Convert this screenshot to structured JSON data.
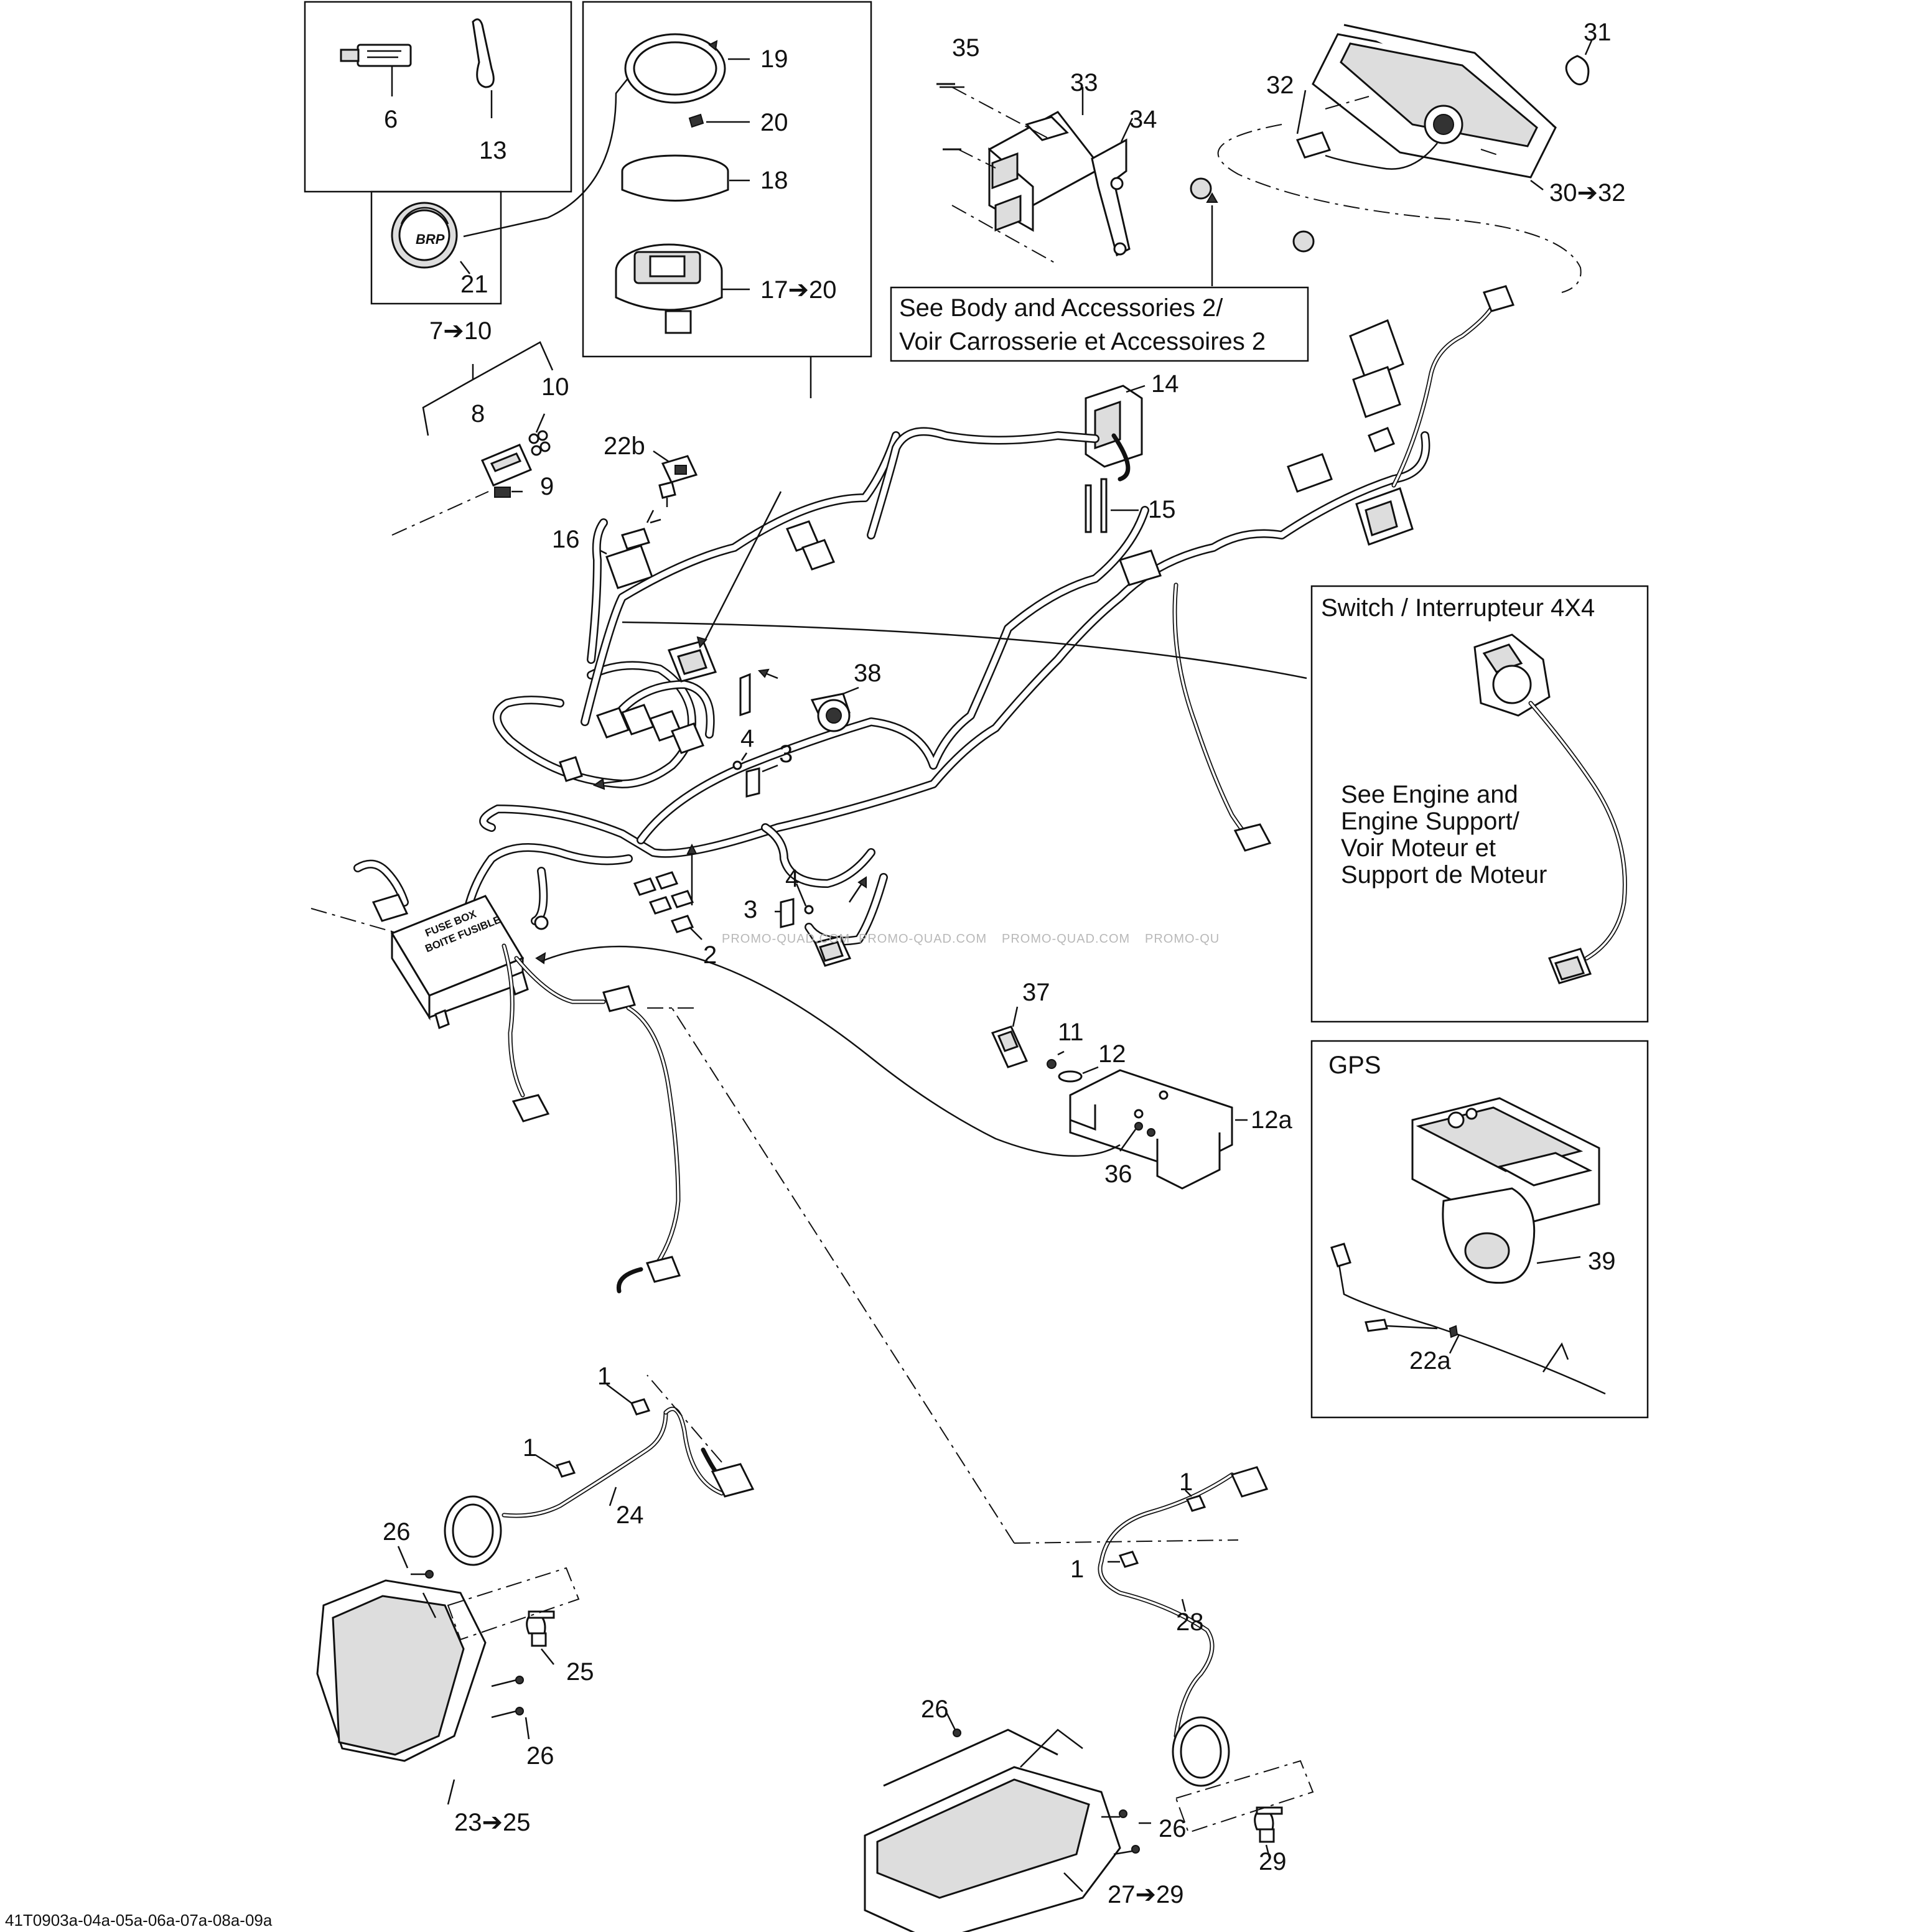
{
  "labels": {
    "p6": "6",
    "p13": "13",
    "p19": "19",
    "p20": "20",
    "p18": "18",
    "p17_20": "17➔20",
    "p21": "21",
    "p7_10": "7➔10",
    "p8": "8",
    "p10": "10",
    "p9": "9",
    "p22b": "22b",
    "p16": "16",
    "p35": "35",
    "p33": "33",
    "p34": "34",
    "p32": "32",
    "p31": "31",
    "p30_32": "30➔32",
    "p14": "14",
    "p15": "15",
    "p38": "38",
    "p4a": "4",
    "p3a": "3",
    "p4b": "4",
    "p3b": "3",
    "p2": "2",
    "p37": "37",
    "p11": "11",
    "p12": "12",
    "p12a": "12a",
    "p36": "36",
    "p39": "39",
    "p22a": "22a",
    "p1a": "1",
    "p1b": "1",
    "p24": "24",
    "p26a": "26",
    "p25": "25",
    "p26b": "26",
    "p23_25": "23➔25",
    "p1c": "1",
    "p1d": "1",
    "p28": "28",
    "p26c": "26",
    "p26d": "26",
    "p29": "29",
    "p27_29": "27➔29"
  },
  "notes": {
    "body_line1": "See Body and Accessories 2/",
    "body_line2": "Voir Carrosserie et Accessoires 2",
    "switch_title": "Switch / Interrupteur 4X4",
    "engine_line1": "See Engine and",
    "engine_line2": "Engine Support/",
    "engine_line3": "Voir Moteur et",
    "engine_line4": "Support de Moteur",
    "gps_title": "GPS"
  },
  "fuse_box": {
    "line1": "FUSE BOX",
    "line2": "BOITE FUSIBLE"
  },
  "logo_text": "BRP",
  "watermark": [
    "PROMO-QUAD.COM",
    "PROMO-QUAD.COM",
    "PROMO-QUAD.COM",
    "PROMO-QU"
  ],
  "drawing_code": "41T0903a-04a-05a-06a-07a-08a-09a",
  "icons": [
    "sealant-tube-icon",
    "tie-wrap-icon",
    "gauge-icon",
    "headlight-icon",
    "bulb-icon",
    "connector-icon",
    "gps-unit-icon",
    "switch-icon"
  ]
}
